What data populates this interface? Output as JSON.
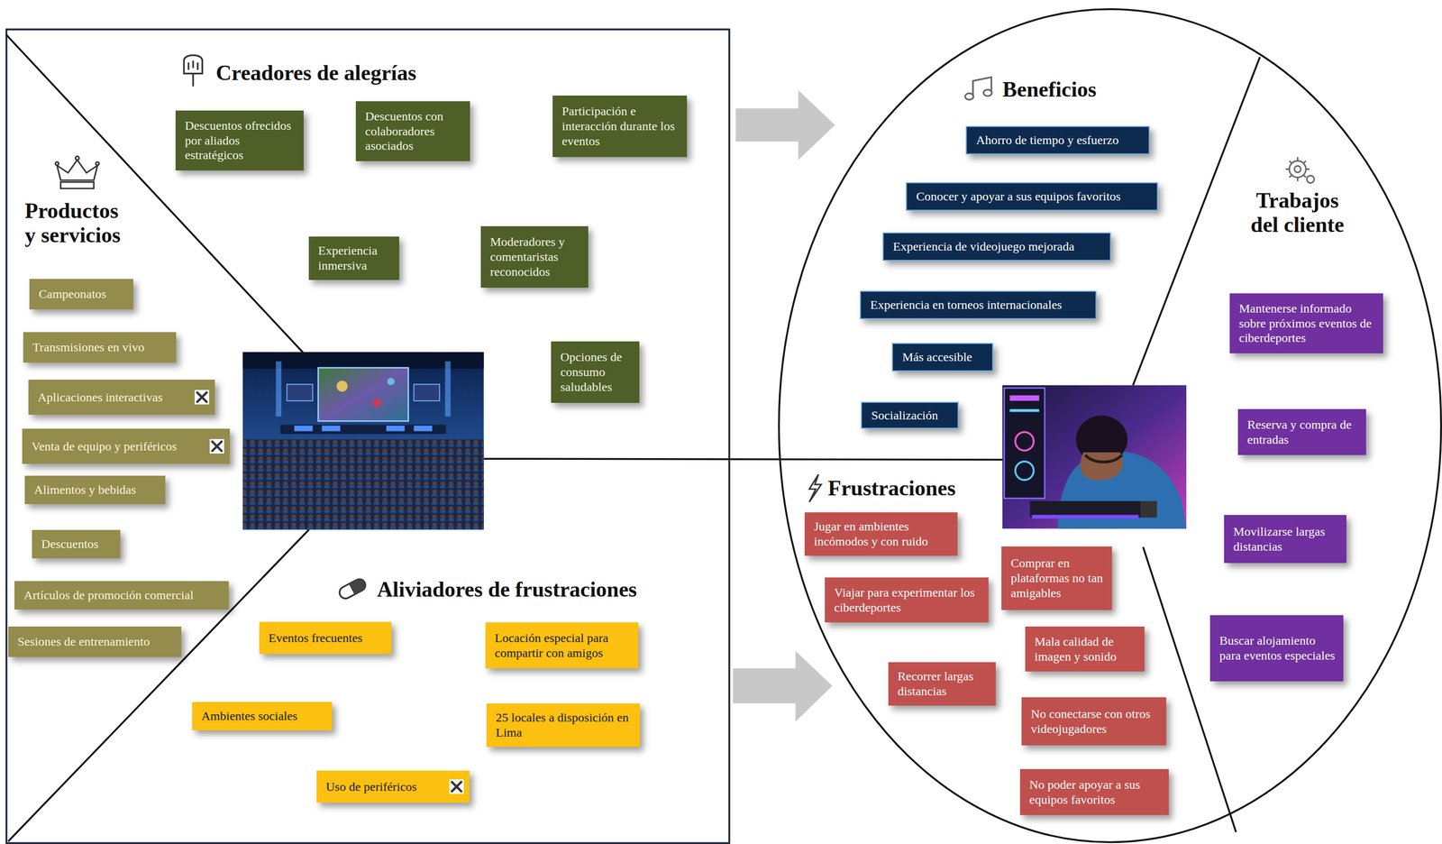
{
  "diagram": {
    "nodes": [
      {
        "text": [
          "Campeonatos"
        ]
      },
      {
        "text": [
          "Transmisiones en vivo"
        ]
      },
      {
        "text": [
          "Aplicaciones interactivas"
        ]
      },
      {
        "text": [
          "Venta de equipo y periféricos"
        ]
      },
      {
        "text": [
          "Alimentos y bebidas"
        ]
      },
      {
        "text": [
          "Descuentos"
        ]
      },
      {
        "text": [
          "Artículos de promoción comercial"
        ]
      },
      {
        "text": [
          "Sesiones de entrenamiento"
        ]
      },
      {
        "text": [
          "Descuentos ofrecidos por aliados estratégicos"
        ]
      },
      {
        "text": [
          "Descuentos con colaboradores asociados"
        ]
      },
      {
        "text": [
          "Participación e interacción durante los eventos"
        ]
      },
      {
        "text": [
          "Experiencia inmersiva"
        ]
      },
      {
        "text": [
          "Moderadores y comentaristas reconocidos"
        ]
      },
      {
        "text": [
          "Opciones de consumo saludables"
        ]
      },
      {
        "text": [
          "Eventos frecuentes"
        ]
      },
      {
        "text": [
          "Locación especial para compartir con amigos"
        ]
      },
      {
        "text": [
          "Ambientes sociales"
        ]
      },
      {
        "text": [
          "25 locales a disposición en Lima"
        ]
      },
      {
        "text": [
          "Uso de periféricos"
        ]
      },
      {
        "text": [
          "Ahorro de tiempo y esfuerzo"
        ]
      },
      {
        "text": [
          "Conocer y apoyar a sus equipos favoritos"
        ]
      },
      {
        "text": [
          "Experiencia de videojuego mejorada"
        ]
      },
      {
        "text": [
          "Experiencia en torneos internacionales"
        ]
      },
      {
        "text": [
          "Más accesible"
        ]
      },
      {
        "text": [
          "Socialización"
        ]
      },
      {
        "text": [
          "Mantenerse informado sobre próximos eventos de ciberdeportes"
        ]
      },
      {
        "text": [
          "Reserva y compra de entradas"
        ]
      },
      {
        "text": [
          "Movilizarse largas distancias"
        ]
      },
      {
        "text": [
          "Buscar alojamiento para eventos especiales"
        ]
      },
      {
        "text": [
          "Jugar en ambientes incómodos y con ruido"
        ]
      },
      {
        "text": [
          "Viajar para experimentar los ciberdeportes"
        ]
      },
      {
        "text": [
          "Comprar en plataformas no tan amigables"
        ]
      },
      {
        "text": [
          "Mala calidad de imagen y sonido"
        ]
      },
      {
        "text": [
          "Recorrer largas distancias"
        ]
      },
      {
        "text": [
          "No conectarse con otros videojugadores"
        ]
      },
      {
        "text": [
          "No poder apoyar a sus equipos favoritos"
        ]
      }
    ],
    "labels": [
      "Creadores de alegrías",
      "Productos y servicios",
      "Aliviadores de frustraciones",
      "Beneficios",
      "Trabajos del cliente",
      "Frustraciones"
    ]
  }
}
